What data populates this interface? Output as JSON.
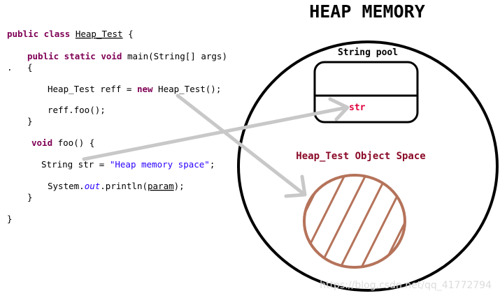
{
  "title": "HEAP MEMORY",
  "string_pool_label": "String pool",
  "pool_entry": "str",
  "object_space_label": "Heap_Test Object Space",
  "watermark": "https://blog.csdn.net/qq_41772794",
  "code": {
    "class_kw": "public class",
    "class_name": "Heap_Test",
    "class_brace": " {",
    "main_kw": "public static void",
    "main_sig": " main(String[] args)",
    "bullet": ".",
    "open_brace": "{",
    "new_line_pre": "Heap_Test reff = ",
    "new_kw": "new",
    "new_line_post": " Heap_Test();",
    "call_line": "reff.foo();",
    "close_brace": "}",
    "foo_kw": "void",
    "foo_sig": " foo() {",
    "str_decl": "String str = ",
    "str_literal": "\"Heap memory space\"",
    "str_end": ";",
    "print_pre": "System.",
    "print_out": "out",
    "print_mid": ".println(",
    "print_param": "param",
    "print_end": ");",
    "final_brace": "}"
  },
  "colors": {
    "keyword": "#7f0055",
    "string_literal": "#2a00ff",
    "hatch": "#b5735a",
    "arrow": "#c8c8c8",
    "pool_entry": "#e0003c",
    "object_label": "#8b0a28"
  }
}
